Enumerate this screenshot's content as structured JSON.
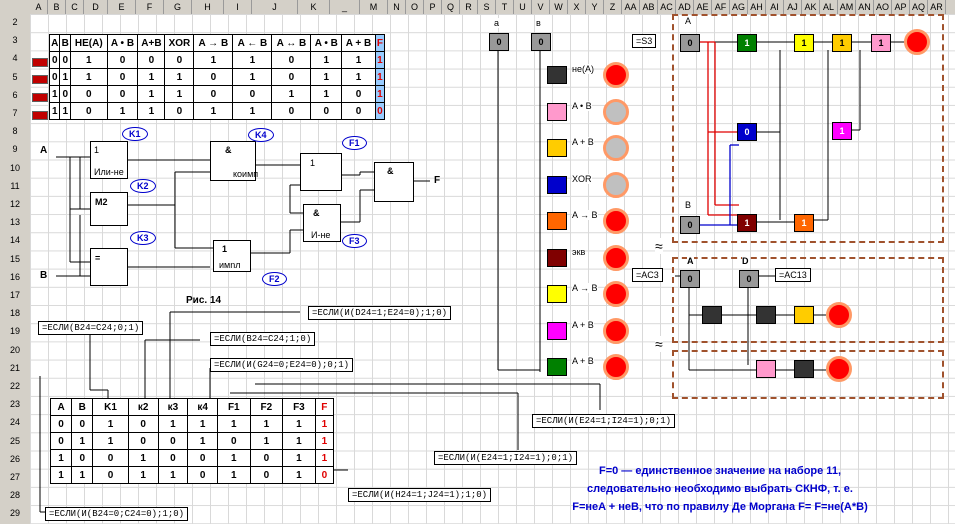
{
  "columns": [
    "A",
    "B",
    "C",
    "D",
    "E",
    "F",
    "G",
    "H",
    "I",
    "J",
    "K",
    "_",
    "M",
    "N",
    "O",
    "P",
    "Q",
    "R",
    "S",
    "T",
    "U",
    "V",
    "W",
    "X",
    "Y",
    "Z",
    "AA",
    "AB",
    "AC",
    "AD",
    "AE",
    "AF",
    "AG",
    "AH",
    "AI",
    "AJ",
    "AK",
    "AL",
    "AM",
    "AN",
    "AO",
    "AP",
    "AQ",
    "AR"
  ],
  "rows": [
    "2",
    "3",
    "4",
    "5",
    "6",
    "7",
    "8",
    "9",
    "10",
    "11",
    "12",
    "13",
    "14",
    "15",
    "16",
    "17",
    "18",
    "19",
    "20",
    "21",
    "22",
    "23",
    "24",
    "25",
    "26",
    "27",
    "28",
    "29"
  ],
  "table1": {
    "headers": [
      "A",
      "B",
      "НЕ(A)",
      "A • B",
      "A+B",
      "XOR",
      "A → B",
      "A ← B",
      "A ↔ B",
      "A • B",
      "A + B",
      "F"
    ],
    "rows": [
      [
        "0",
        "0",
        "1",
        "0",
        "0",
        "0",
        "1",
        "1",
        "0",
        "1",
        "1",
        "1"
      ],
      [
        "0",
        "1",
        "1",
        "0",
        "1",
        "1",
        "0",
        "1",
        "0",
        "1",
        "1",
        "1"
      ],
      [
        "1",
        "0",
        "0",
        "0",
        "1",
        "1",
        "0",
        "0",
        "1",
        "1",
        "0",
        "1"
      ],
      [
        "1",
        "1",
        "0",
        "1",
        "1",
        "0",
        "1",
        "1",
        "0",
        "0",
        "0",
        "0"
      ]
    ]
  },
  "table2": {
    "headers": [
      "A",
      "B",
      "K1",
      "к2",
      "к3",
      "к4",
      "F1",
      "F2",
      "F3",
      "F"
    ],
    "rows": [
      [
        "0",
        "0",
        "1",
        "0",
        "1",
        "1",
        "1",
        "1",
        "1",
        "1"
      ],
      [
        "0",
        "1",
        "1",
        "0",
        "0",
        "1",
        "0",
        "1",
        "1",
        "1"
      ],
      [
        "1",
        "0",
        "0",
        "1",
        "0",
        "0",
        "1",
        "0",
        "1",
        "1"
      ],
      [
        "1",
        "1",
        "0",
        "1",
        "1",
        "0",
        "1",
        "0",
        "1",
        "0"
      ]
    ]
  },
  "diagram": {
    "caption": "Рис. 14",
    "input_a": "A",
    "input_b": "B",
    "output": "F",
    "gate_ili_ne": "1",
    "gate_ili_ne_label": "Или-не",
    "gate_m2": "M2",
    "gate_eq": "=",
    "gate_and1": "&",
    "gate_and1_label": "коимп",
    "gate_impl": "1",
    "gate_impl_label": "имnл",
    "gate_or": "1",
    "gate_and2": "&",
    "gate_and2_label": "И-не",
    "gate_final": "&",
    "k1": "K1",
    "k2": "K2",
    "k3": "K3",
    "k4": "K4",
    "f1": "F1",
    "f2": "F2",
    "f3": "F3"
  },
  "formulas": {
    "f1": "=ЕСЛИ(И(D24=1;E24=0);1;0)",
    "f2": "=ЕСЛИ(B24=C24;0;1)",
    "f3": "=ЕСЛИ(B24=C24;1;0)",
    "f4": "=ЕСЛИ(И(G24=0;E24=0);0;1)",
    "f5": "=ЕСЛИ(И(E24=1;I24=1);0;1)",
    "f6": "=ЕСЛИ(И(E24=1;I24=1);0;1)",
    "f7": "=ЕСЛИ(И(H24=1;J24=1);1;0)",
    "f8": "=ЕСЛИ(И(B24=0;C24=0);1;0)"
  },
  "switches": {
    "a": "0",
    "b": "0",
    "a_label": "a",
    "b_label": "в"
  },
  "gate_labels": [
    "не(A)",
    "A • B",
    "A + B",
    "XOR",
    "A → B",
    "экв",
    "A → B",
    "A + B",
    "A + B"
  ],
  "circuit": {
    "s3": "=S3",
    "a_in": "0",
    "a_lbl": "A",
    "b_lbl": "B",
    "b_in": "0",
    "g1": "1",
    "g2": "1",
    "g3": "1",
    "g4": "1",
    "g5": "0",
    "g6": "1",
    "g7": "1",
    "g8": "1"
  },
  "circuit2": {
    "ac3": "=AC3",
    "ac13": "=AC13",
    "a": "A",
    "d": "D",
    "a_val": "0",
    "d_val": "0"
  },
  "note": {
    "line1": "F=0  — единственное значение на наборе 11,",
    "line2": "следовательно необходимо выбрать СКНФ, т. е.",
    "line3": "F=неA + неB, что по правилу Де Моргана F= F=не(A*B)"
  }
}
